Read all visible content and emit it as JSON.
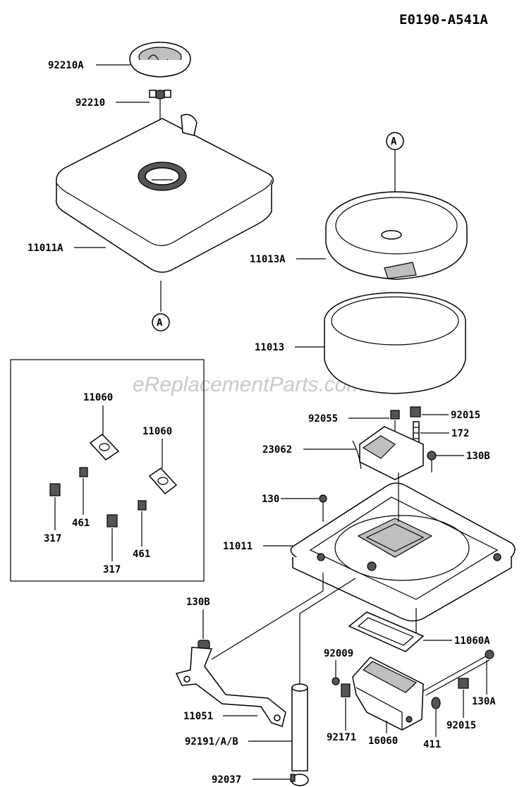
{
  "diagram_code": "E0190-A541A",
  "watermark": "eReplacementParts.com",
  "ref_marker": "A",
  "parts": {
    "p92210A": "92210A",
    "p92210": "92210",
    "p11011A": "11011A",
    "p11013A": "11013A",
    "p11013": "11013",
    "p92055": "92055",
    "p92015a": "92015",
    "p172": "172",
    "p23062": "23062",
    "p130B_a": "130B",
    "p130": "130",
    "p11011": "11011",
    "p130B_b": "130B",
    "p11060A": "11060A",
    "p92009": "92009",
    "p130A": "130A",
    "p11051": "11051",
    "p92015b": "92015",
    "p92191": "92191/A/B",
    "p92171": "92171",
    "p16060": "16060",
    "p411": "411",
    "p92037": "92037"
  },
  "inset": {
    "p11060a": "11060",
    "p11060b": "11060",
    "p461a": "461",
    "p461b": "461",
    "p317a": "317",
    "p317b": "317"
  }
}
